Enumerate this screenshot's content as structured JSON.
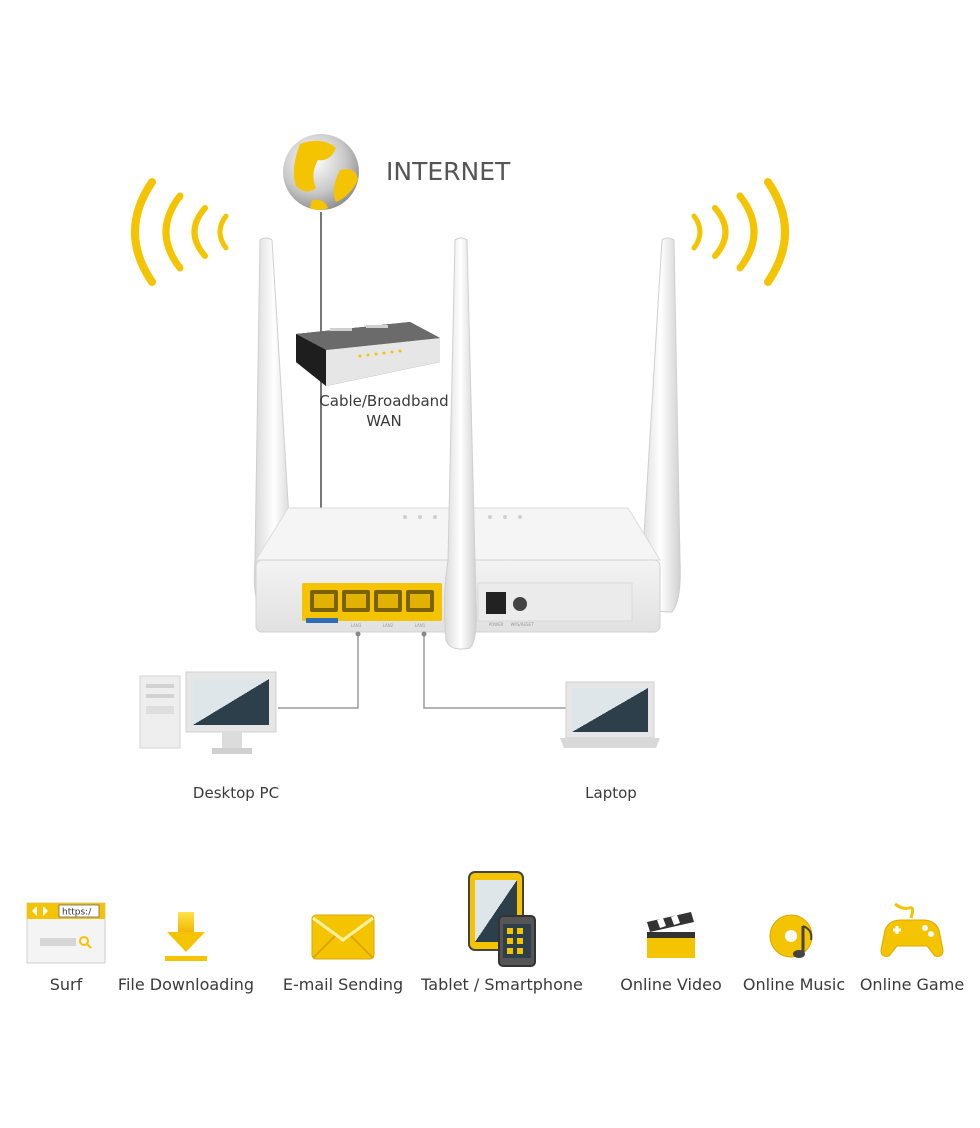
{
  "internet": {
    "label": "INTERNET"
  },
  "modem": {
    "label_line1": "Cable/Broadband",
    "label_line2": "WAN"
  },
  "router": {
    "port_labels": [
      "LAN3",
      "LAN2",
      "LAN1"
    ],
    "power_label": "POWER",
    "wps_label": "WPS/RESET"
  },
  "devices": {
    "desktop": "Desktop PC",
    "laptop": "Laptop"
  },
  "features": [
    {
      "label": "Surf",
      "icon": "browser-icon",
      "url_text": "https:/"
    },
    {
      "label": "File Downloading",
      "icon": "download-icon"
    },
    {
      "label": "E-mail Sending",
      "icon": "envelope-icon"
    },
    {
      "label": "Tablet / Smartphone",
      "icon": "tablet-smartphone-icon"
    },
    {
      "label": "Online Video",
      "icon": "clapperboard-icon"
    },
    {
      "label": "Online Music",
      "icon": "music-disc-icon"
    },
    {
      "label": "Online Game",
      "icon": "gamepad-icon"
    }
  ],
  "colors": {
    "accent": "#F5C400",
    "text": "#3A3A3A",
    "screen": "#2E3F4C",
    "device": "#ECECEC"
  }
}
